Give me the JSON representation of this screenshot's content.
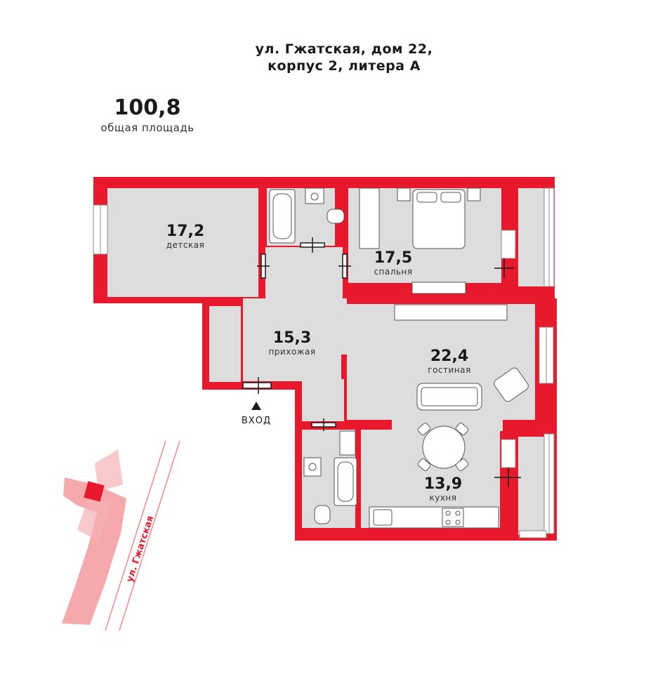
{
  "address": {
    "line1": "ул. Гжатская, дом 22,",
    "line2": "корпус 2, литера А"
  },
  "total_area": {
    "value": "100,8",
    "label": "общая площадь"
  },
  "rooms": [
    {
      "id": "children",
      "area": "17,2",
      "name": "детская"
    },
    {
      "id": "bedroom",
      "area": "17,5",
      "name": "спальня"
    },
    {
      "id": "hall",
      "area": "15,3",
      "name": "прихожая"
    },
    {
      "id": "living",
      "area": "22,4",
      "name": "гостиная"
    },
    {
      "id": "kitchen",
      "area": "13,9",
      "name": "кухня"
    }
  ],
  "entrance_label": "ВХОД",
  "street_label": "ул. Гжатская",
  "colors": {
    "wall": "#e8192c",
    "floor": "#dddddd",
    "text": "#1a1a1a",
    "building": "#f59a9f"
  }
}
